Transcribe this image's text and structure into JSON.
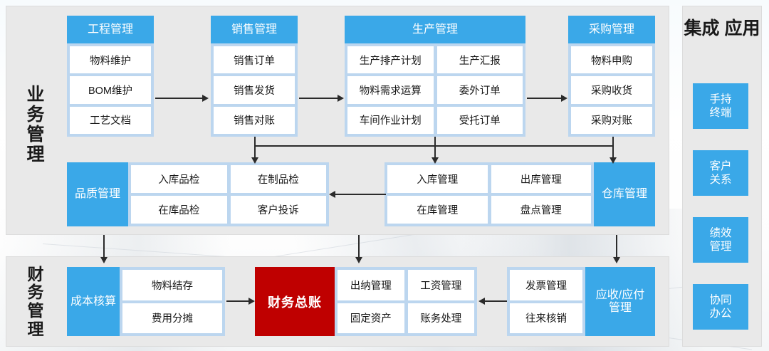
{
  "business_panel": {
    "label": "业务管理",
    "label_chars": [
      "业",
      "务",
      "管",
      "理"
    ],
    "groups": [
      {
        "name": "engineering",
        "header": "工程管理",
        "cells": [
          [
            "物料维护"
          ],
          [
            "BOM维护"
          ],
          [
            "工艺文档"
          ]
        ]
      },
      {
        "name": "sales",
        "header": "销售管理",
        "cells": [
          [
            "销售订单"
          ],
          [
            "销售发货"
          ],
          [
            "销售对账"
          ]
        ]
      },
      {
        "name": "production",
        "header": "生产管理",
        "cells": [
          [
            "生产排产计划",
            "生产汇报"
          ],
          [
            "物料需求运算",
            "委外订单"
          ],
          [
            "车间作业计划",
            "受托订单"
          ]
        ]
      },
      {
        "name": "purchasing",
        "header": "采购管理",
        "cells": [
          [
            "物料申购"
          ],
          [
            "采购收货"
          ],
          [
            "采购对账"
          ]
        ]
      },
      {
        "name": "quality",
        "header": "品质管理",
        "cells": [
          [
            "入库品检",
            "在制品检"
          ],
          [
            "在库品检",
            "客户投诉"
          ]
        ]
      },
      {
        "name": "warehouse",
        "header": "仓库管理",
        "cells": [
          [
            "入库管理",
            "出库管理"
          ],
          [
            "在库管理",
            "盘点管理"
          ]
        ]
      }
    ]
  },
  "finance_panel": {
    "label": "财务管理",
    "label_chars": [
      "财",
      "务",
      "管",
      "理"
    ],
    "groups": [
      {
        "name": "cost-accounting",
        "header": "成本核算",
        "cells": [
          [
            "物料结存"
          ],
          [
            "费用分摊"
          ]
        ]
      },
      {
        "name": "general-ledger-detail",
        "header": "",
        "cells": [
          [
            "出纳管理",
            "工资管理"
          ],
          [
            "固定资产",
            "账务处理"
          ]
        ]
      },
      {
        "name": "receivable-payable",
        "header": "应收/应付管理",
        "header_lines": [
          "应收/应付",
          "管理"
        ],
        "cells": [
          [
            "发票管理"
          ],
          [
            "往来核销"
          ]
        ]
      }
    ],
    "ledger": "财务总账"
  },
  "integration_panel": {
    "title": "集成应用",
    "title_lines": [
      "集成",
      "应用"
    ],
    "buttons": [
      {
        "name": "handheld-terminal",
        "lines": [
          "手持",
          "终端"
        ]
      },
      {
        "name": "customer-relations",
        "lines": [
          "客户",
          "关系"
        ]
      },
      {
        "name": "performance-management",
        "lines": [
          "绩效",
          "管理"
        ]
      },
      {
        "name": "collaborative-office",
        "lines": [
          "协同",
          "办公"
        ]
      }
    ]
  },
  "colors": {
    "accent_blue": "#3aa8e8",
    "group_light_blue": "#bcd6ef",
    "panel_gray": "#e9e9e9",
    "ledger_red": "#bf0000",
    "cell_white": "#ffffff",
    "arrow_dark": "#2b2b2b"
  }
}
